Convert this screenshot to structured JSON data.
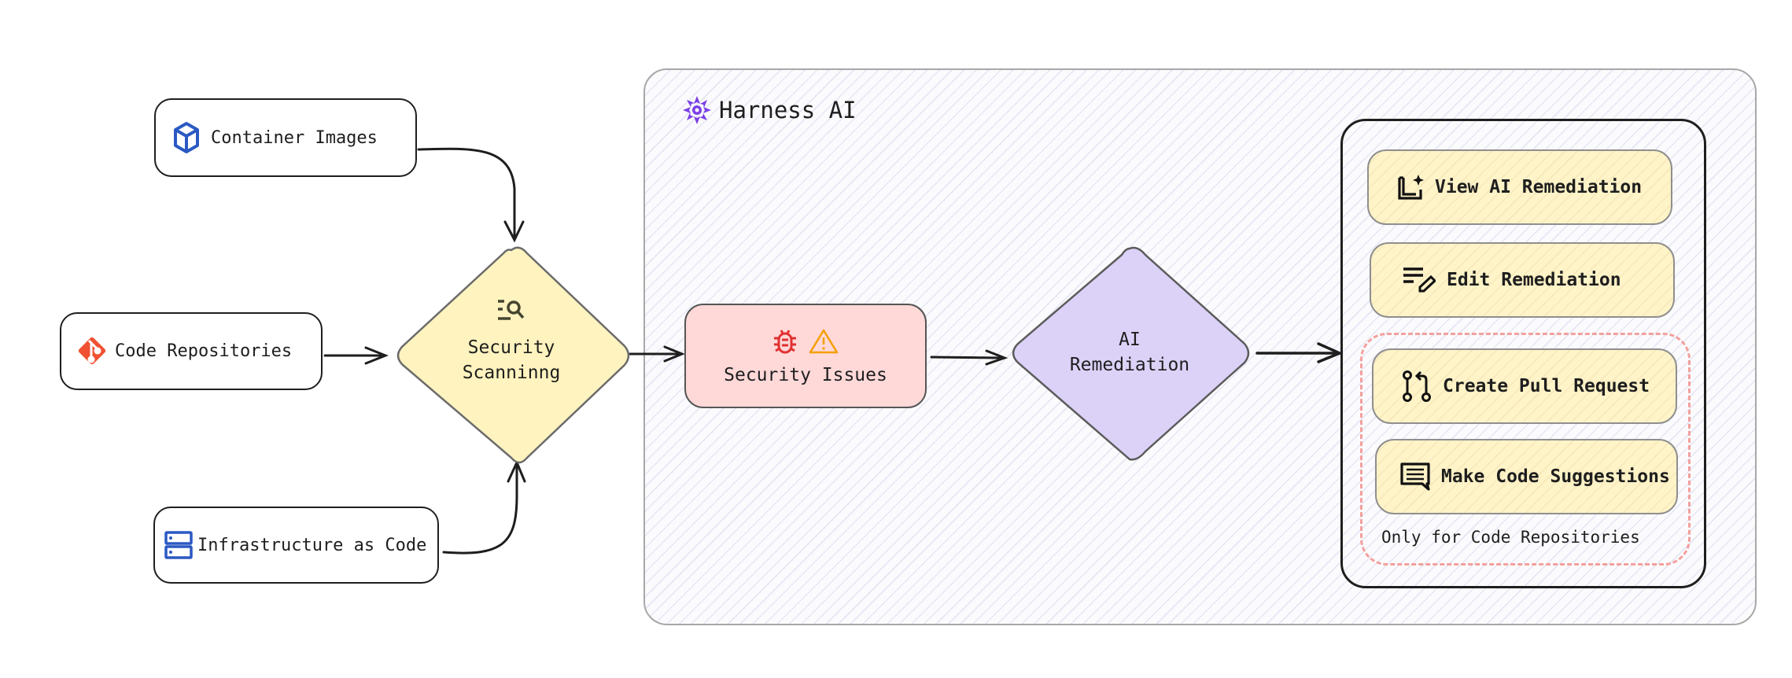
{
  "sources": {
    "container_images": {
      "label": "Container Images",
      "icon": "cube-icon",
      "color": "#2b59c3"
    },
    "code_repositories": {
      "label": "Code Repositories",
      "icon": "git-icon",
      "color": "#f05133"
    },
    "infrastructure_as_code": {
      "label": "Infrastructure as Code",
      "icon": "server-icon",
      "color": "#2b59c3"
    }
  },
  "scanning": {
    "line1": "Security",
    "line2": "Scanninng",
    "icon": "list-search-icon",
    "fill": "#fff3bf"
  },
  "harness": {
    "title": "Harness AI",
    "logo_color": "#7b3fe4",
    "issues": {
      "label": "Security Issues",
      "icons": [
        "bug-icon",
        "warning-icon"
      ],
      "fill": "#ffd8d8"
    },
    "remediation": {
      "line1": "AI",
      "line2": "Remediation",
      "fill": "#dcd2f8"
    },
    "actions": [
      {
        "label": "View AI Remediation",
        "icon": "ai-document-icon"
      },
      {
        "label": "Edit Remediation",
        "icon": "edit-list-icon"
      },
      {
        "label": "Create Pull Request",
        "icon": "pull-request-icon"
      },
      {
        "label": "Make Code Suggestions",
        "icon": "comment-icon"
      }
    ],
    "code_repos_note": "Only for Code Repositories"
  }
}
